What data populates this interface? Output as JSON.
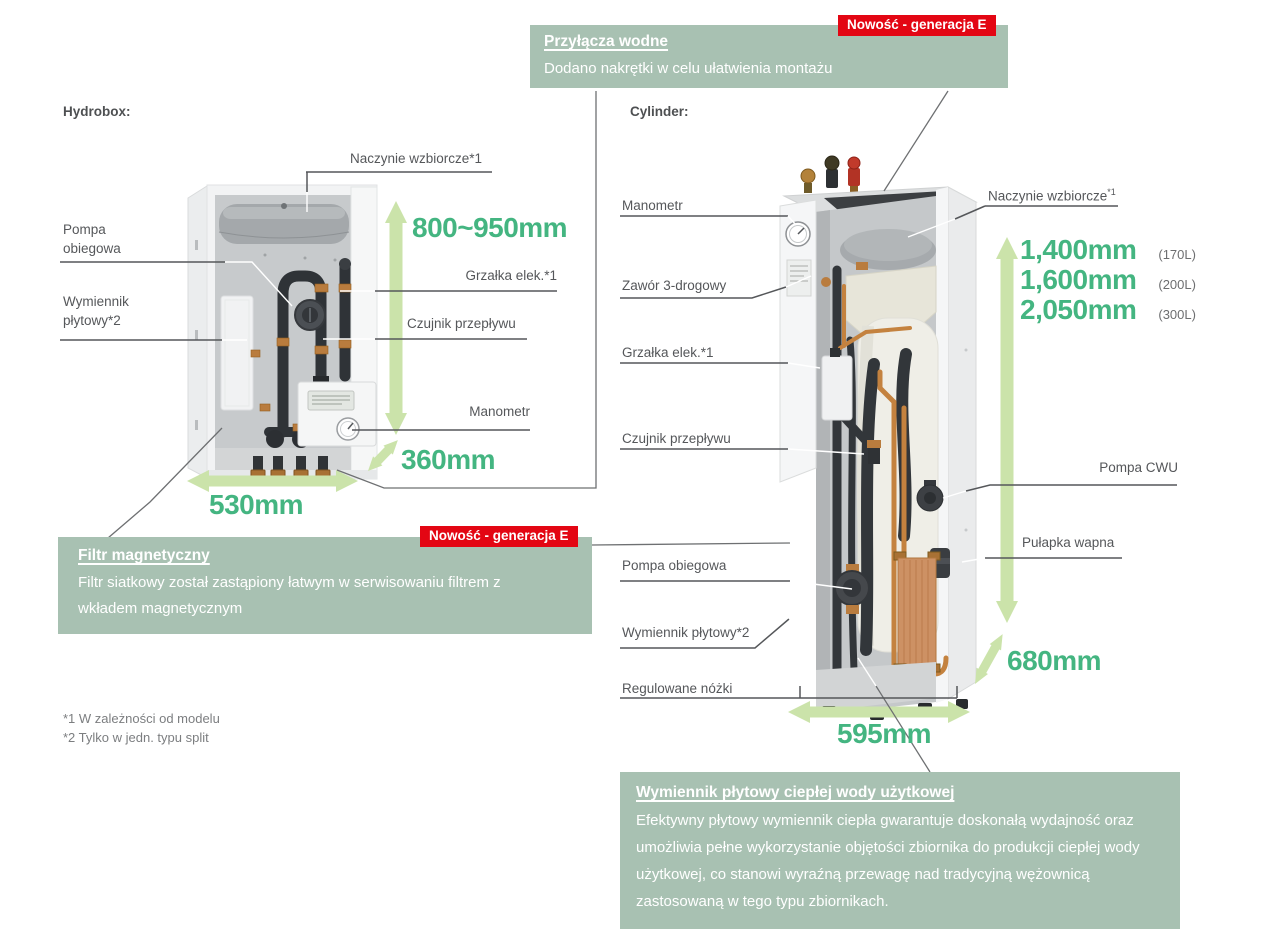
{
  "top_box": {
    "badge": "Nowość - generacja E",
    "title": "Przyłącza wodne",
    "text": "Dodano nakrętki w celu ułatwienia montażu"
  },
  "hydrobox": {
    "section_title": "Hydrobox:",
    "labels": {
      "naczynie": "Naczynie wzbiorcze*1",
      "pompa": "Pompa obiegowa",
      "wymiennik": "Wymiennik płytowy*2",
      "grzalka": "Grzałka elek.*1",
      "czujnik": "Czujnik przepływu",
      "manometr": "Manometr"
    },
    "dimensions": {
      "height": "800~950mm",
      "depth": "360mm",
      "width": "530mm"
    }
  },
  "filter_box": {
    "badge": "Nowość - generacja E",
    "title": "Filtr magnetyczny",
    "text": "Filtr siatkowy został zastąpiony łatwym w serwisowaniu filtrem z wkładem magnetycznym"
  },
  "cylinder": {
    "section_title": "Cylinder:",
    "labels": {
      "manometr": "Manometr",
      "zawor": "Zawór 3-drogowy",
      "grzalka": "Grzałka elek.*1",
      "czujnik": "Czujnik przepływu",
      "pompa_obiegowa": "Pompa obiegowa",
      "wymiennik": "Wymiennik płytowy*2",
      "nozki": "Regulowane nóżki",
      "naczynie": "Naczynie wzbiorcze",
      "naczynie_sup": "*1",
      "pompa_cwu": "Pompa CWU",
      "pulapka": "Pułapka wapna"
    },
    "dimensions": {
      "heights": [
        {
          "value": "1,400mm",
          "capacity": "(170L)"
        },
        {
          "value": "1,600mm",
          "capacity": "(200L)"
        },
        {
          "value": "2,050mm",
          "capacity": "(300L)"
        }
      ],
      "depth": "680mm",
      "width": "595mm"
    }
  },
  "footnotes": [
    "*1 W zależności od modelu",
    "*2 Tylko w jedn. typu split"
  ],
  "bottom_box": {
    "title": "Wymiennik płytowy ciepłej wody użytkowej",
    "text": "Efektywny płytowy wymiennik ciepła gwarantuje doskonałą wydajność oraz umożliwia pełne wykorzystanie objętości zbiornika do produkcji ciepłej wody użytkowej, co stanowi wyraźną przewagę nad tradycyjną wężownicą zastosowaną w tego typu zbiornikach."
  },
  "colors": {
    "accent_green_text": "#44b581",
    "callout_box_green": "#a8c1b2",
    "badge_red": "#e30613",
    "label_gray": "#55575a",
    "arrow_light_green": "#cbe3aa"
  }
}
